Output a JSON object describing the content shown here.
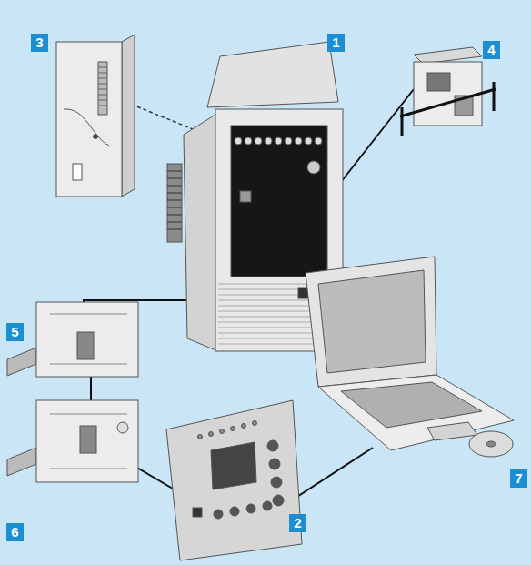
{
  "diagram": {
    "nodes": [
      {
        "text": [
          "3"
        ]
      },
      {
        "text": [
          "1"
        ]
      },
      {
        "text": [
          "4"
        ]
      },
      {
        "text": [
          "5"
        ]
      },
      {
        "text": [
          "7"
        ]
      },
      {
        "text": [
          "2"
        ]
      },
      {
        "text": [
          "6"
        ]
      }
    ]
  }
}
